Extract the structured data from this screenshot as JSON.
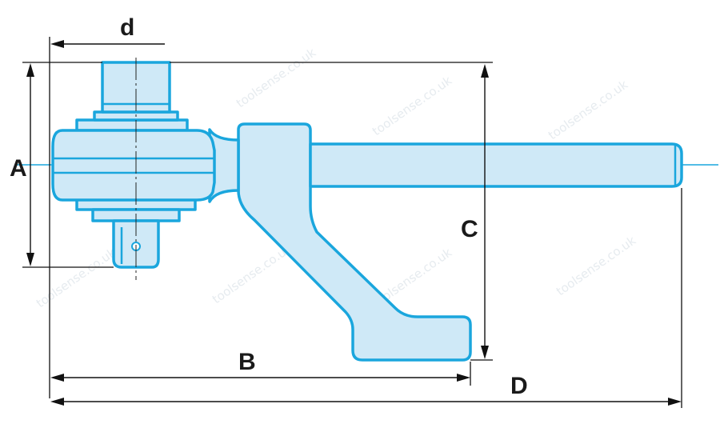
{
  "labels": {
    "a": "A",
    "b": "B",
    "c": "C",
    "d": "D",
    "small_d": "d"
  },
  "watermark": "toolsense.co.uk",
  "colors": {
    "outline": "#1aa6dd",
    "fill": "#cfe9f7",
    "dimension": "#111111"
  }
}
